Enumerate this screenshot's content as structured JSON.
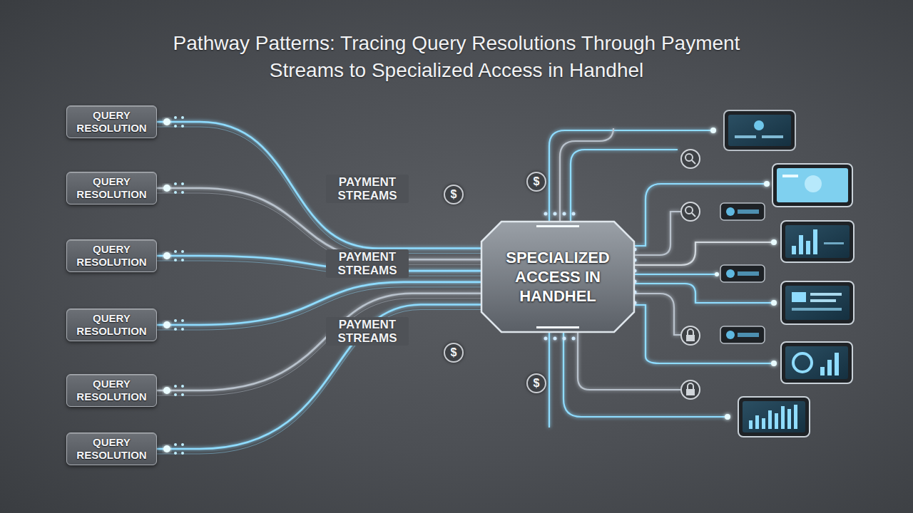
{
  "diagram": {
    "title": "Pathway Patterns: Tracing Query Resolutions Through Payment Streams to Specialized Access in Handhel",
    "nodes": [
      {
        "text": [
          "QUERY RESOLUTION"
        ]
      },
      {
        "text": [
          "QUERY RESOLUTION"
        ]
      },
      {
        "text": [
          "QUERY RESOLUTION"
        ]
      },
      {
        "text": [
          "QUERY RESOLUTION"
        ]
      },
      {
        "text": [
          "QUERY RESOLUTION"
        ]
      },
      {
        "text": [
          "QUERY RESOLUTION"
        ]
      },
      {
        "text": [
          "SPECIALIZED ACCESS IN HANDHEL"
        ]
      }
    ],
    "edges": [
      {
        "from": 0,
        "to": 6,
        "arrow": "none"
      },
      {
        "from": 1,
        "to": 6,
        "arrow": "none"
      },
      {
        "from": 2,
        "to": 6,
        "arrow": "none"
      },
      {
        "from": 3,
        "to": 6,
        "arrow": "none"
      },
      {
        "from": 4,
        "to": 6,
        "arrow": "none"
      },
      {
        "from": 5,
        "to": 6,
        "arrow": "none"
      }
    ],
    "labels": [
      "PAYMENT STREAMS",
      "PAYMENT STREAMS",
      "PAYMENT STREAMS",
      "$",
      "$",
      "$",
      "$"
    ]
  }
}
